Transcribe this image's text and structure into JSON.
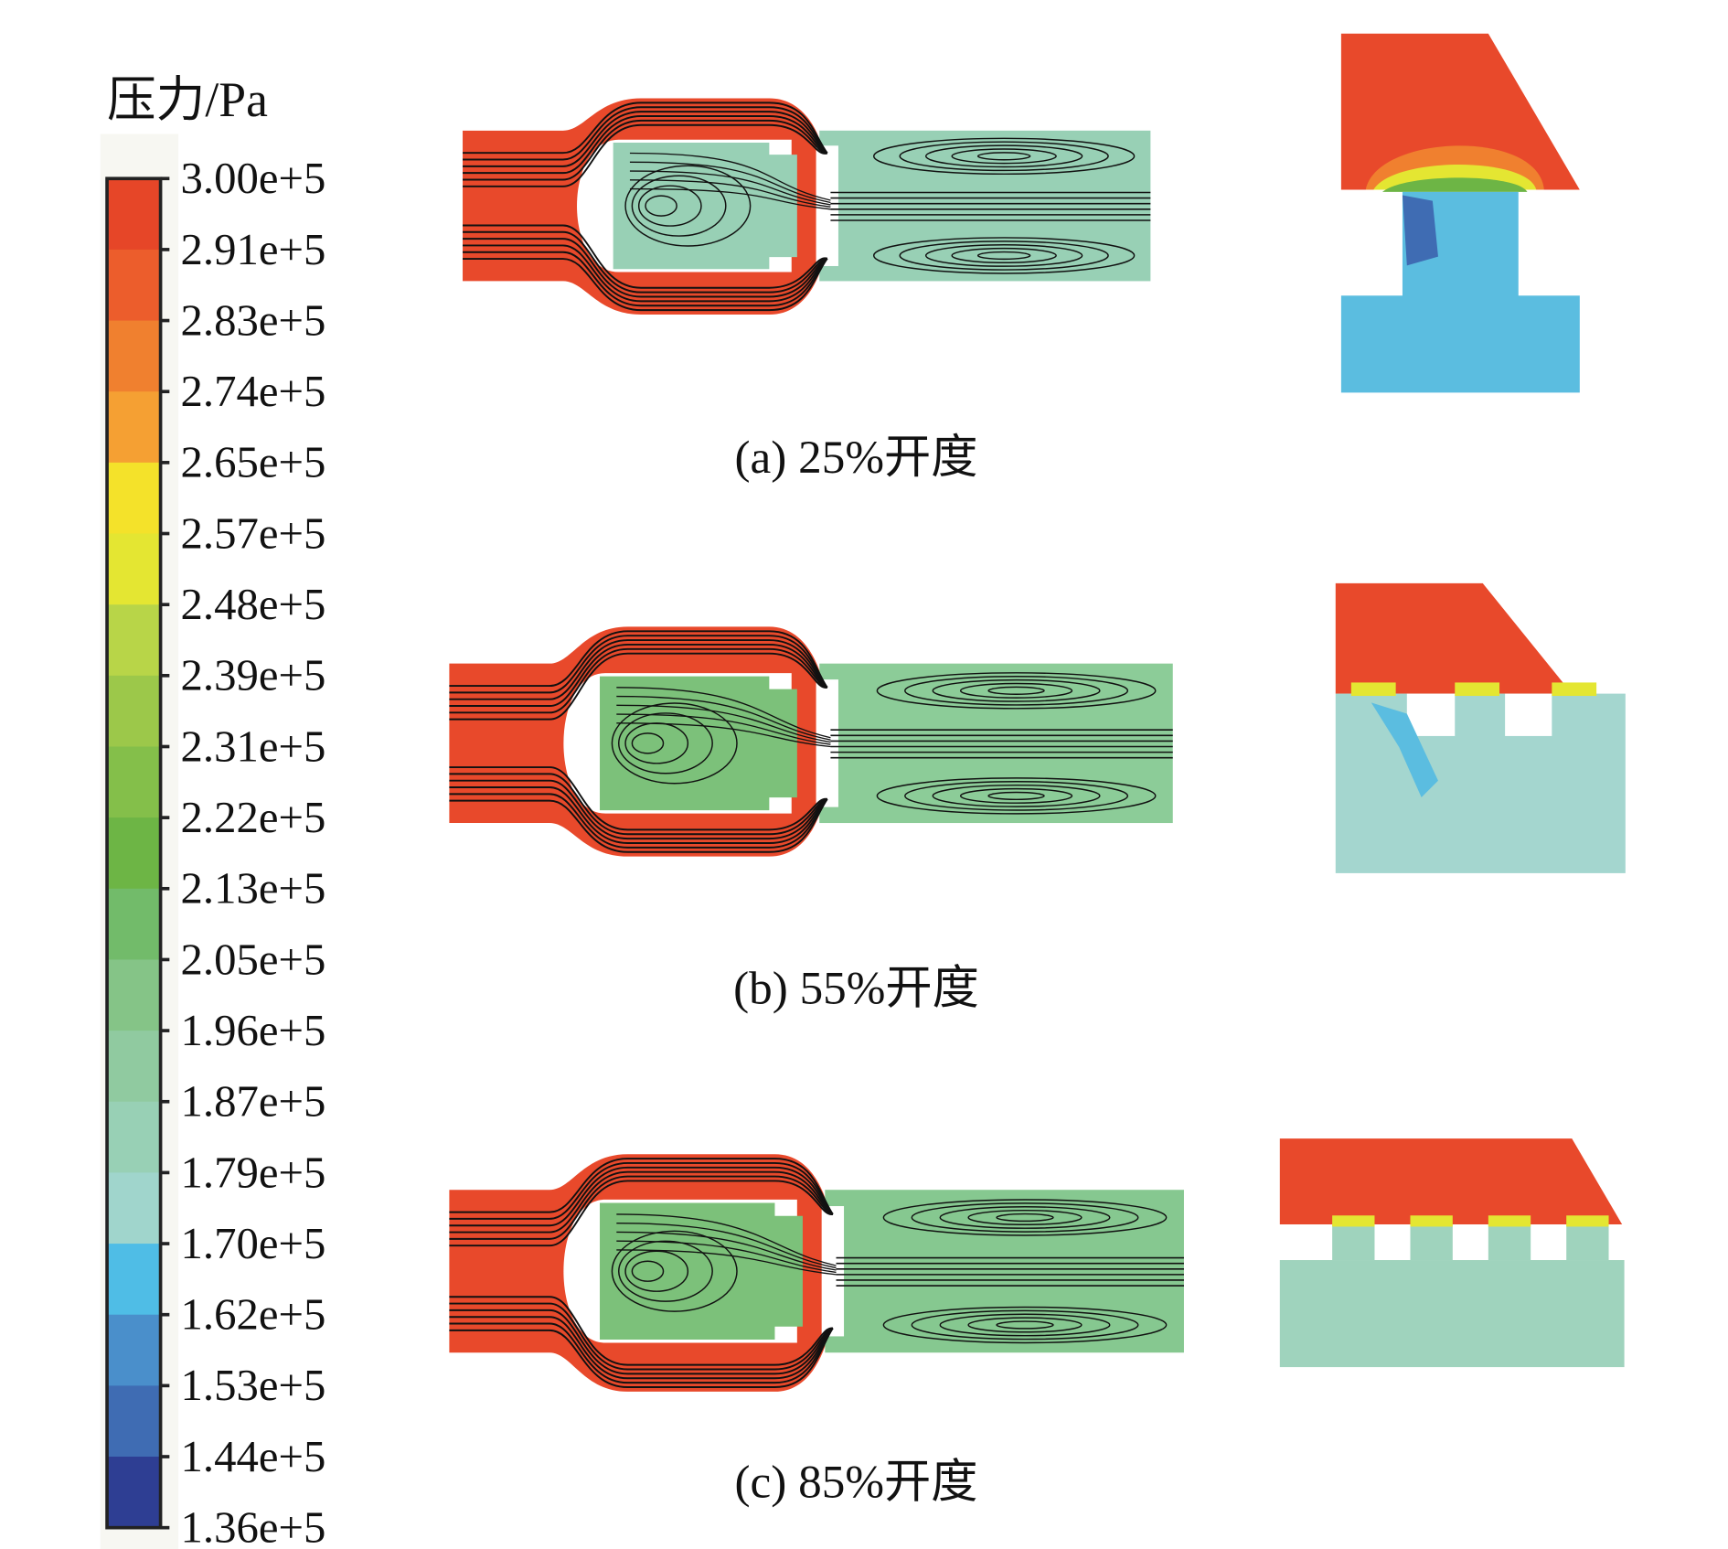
{
  "legend": {
    "title": "压力/Pa",
    "labels": [
      "3.00e+5",
      "2.91e+5",
      "2.83e+5",
      "2.74e+5",
      "2.65e+5",
      "2.57e+5",
      "2.48e+5",
      "2.39e+5",
      "2.31e+5",
      "2.22e+5",
      "2.13e+5",
      "2.05e+5",
      "1.96e+5",
      "1.87e+5",
      "1.79e+5",
      "1.70e+5",
      "1.62e+5",
      "1.53e+5",
      "1.44e+5",
      "1.36e+5"
    ],
    "band_colors": [
      "#e64628",
      "#ec5d2c",
      "#f0802f",
      "#f5a033",
      "#f4e22a",
      "#e4e632",
      "#b8d548",
      "#9cc84a",
      "#84bf4a",
      "#6db545",
      "#72bb6a",
      "#85c487",
      "#90caa0",
      "#98d0b5",
      "#a0d5cc",
      "#4fbde6",
      "#4a8fcb",
      "#3f6cb3",
      "#2e3e93"
    ]
  },
  "panels": [
    {
      "caption": "(a) 25%开度",
      "interior_color": "#98d0b5",
      "outlet_color": "#98d0b5"
    },
    {
      "caption": "(b) 55%开度",
      "interior_color": "#7cc17a",
      "outlet_color": "#8ccc98"
    },
    {
      "caption": "(c) 85%开度",
      "interior_color": "#7cc17a",
      "outlet_color": "#86c890"
    }
  ],
  "colors": {
    "inlet": "#e8492b",
    "low": "#5bbde0",
    "teal": "#a4d6cf"
  }
}
